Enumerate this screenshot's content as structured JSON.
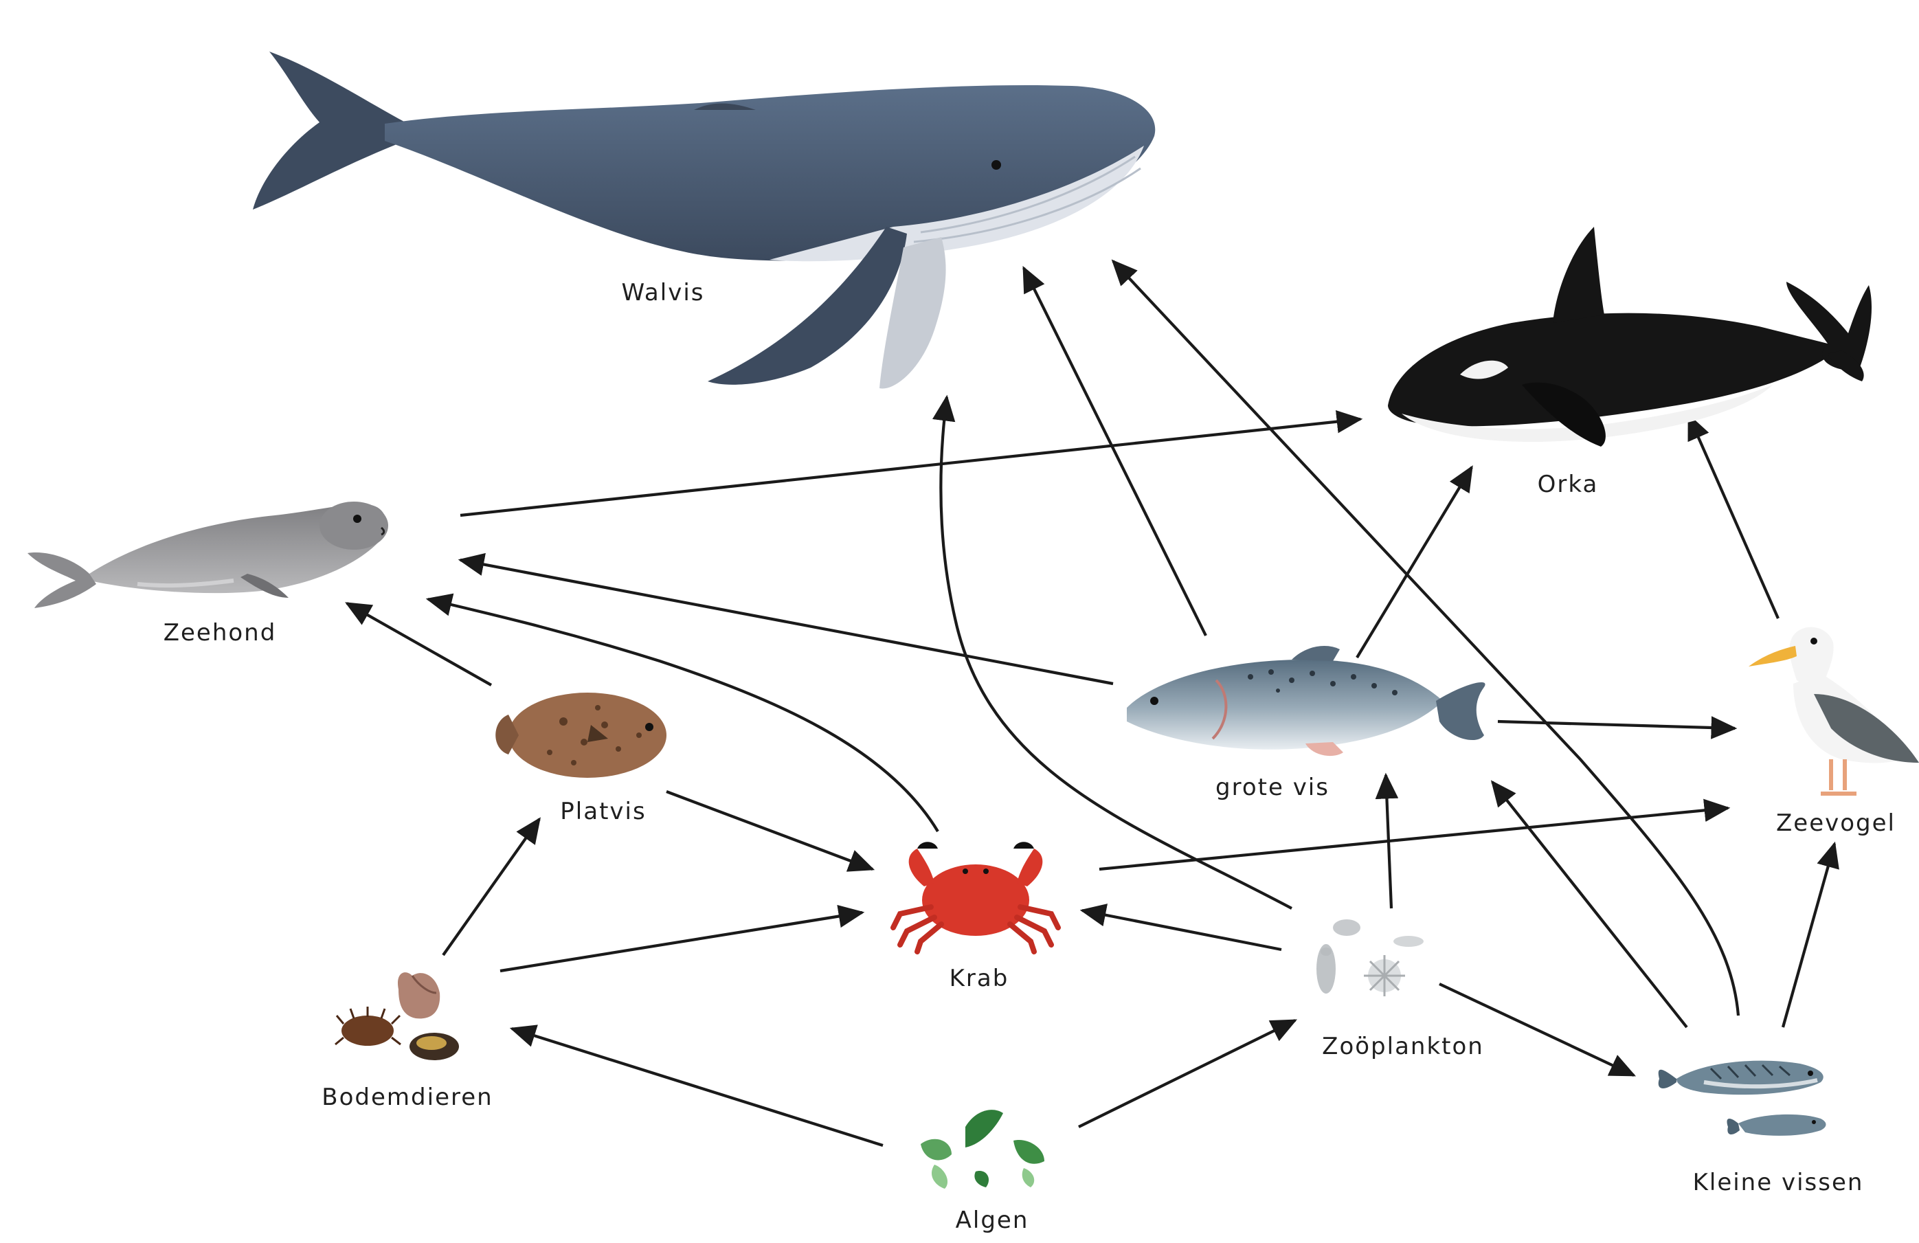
{
  "diagram": {
    "type": "food-web",
    "nodes": [
      {
        "id": "walvis",
        "label": "Walvis",
        "icon": "humpback-whale-icon"
      },
      {
        "id": "orka",
        "label": "Orka",
        "icon": "orca-icon"
      },
      {
        "id": "zeehond",
        "label": "Zeehond",
        "icon": "seal-icon"
      },
      {
        "id": "grote_vis",
        "label": "grote vis",
        "icon": "salmon-icon"
      },
      {
        "id": "zeevogel",
        "label": "Zeevogel",
        "icon": "seagull-icon"
      },
      {
        "id": "platvis",
        "label": "Platvis",
        "icon": "flatfish-icon"
      },
      {
        "id": "krab",
        "label": "Krab",
        "icon": "crab-icon"
      },
      {
        "id": "zooplankton",
        "label": "Zoöplankton",
        "icon": "zooplankton-icon"
      },
      {
        "id": "bodemdieren",
        "label": "Bodemdieren",
        "icon": "bottom-dwellers-icon"
      },
      {
        "id": "kleine_vissen",
        "label": "Kleine vissen",
        "icon": "small-fish-icon"
      },
      {
        "id": "algen",
        "label": "Algen",
        "icon": "algae-icon"
      }
    ],
    "edges": [
      {
        "from": "zeehond",
        "to": "orka"
      },
      {
        "from": "grote_vis",
        "to": "walvis"
      },
      {
        "from": "kleine_vissen",
        "to": "walvis"
      },
      {
        "from": "zooplankton",
        "to": "walvis"
      },
      {
        "from": "grote_vis",
        "to": "orka"
      },
      {
        "from": "zeevogel",
        "to": "orka"
      },
      {
        "from": "grote_vis",
        "to": "zeehond"
      },
      {
        "from": "platvis",
        "to": "zeehond"
      },
      {
        "from": "krab",
        "to": "zeehond"
      },
      {
        "from": "grote_vis",
        "to": "zeevogel"
      },
      {
        "from": "krab",
        "to": "zeevogel"
      },
      {
        "from": "kleine_vissen",
        "to": "zeevogel"
      },
      {
        "from": "platvis",
        "to": "krab"
      },
      {
        "from": "bodemdieren",
        "to": "krab"
      },
      {
        "from": "zooplankton",
        "to": "krab"
      },
      {
        "from": "bodemdieren",
        "to": "platvis"
      },
      {
        "from": "zooplankton",
        "to": "grote_vis"
      },
      {
        "from": "kleine_vissen",
        "to": "grote_vis"
      },
      {
        "from": "algen",
        "to": "bodemdieren"
      },
      {
        "from": "algen",
        "to": "zooplankton"
      },
      {
        "from": "zooplankton",
        "to": "kleine_vissen"
      }
    ]
  },
  "colors": {
    "whale_body": "#4a5c73",
    "whale_belly": "#dfe3ea",
    "orca_black": "#151515",
    "seal_grey": "#8c8c8c",
    "salmon_blue": "#6d8597",
    "salmon_belly": "#e3e9ee",
    "crab_red": "#d8372a",
    "flatfish_brown": "#9a6a4b",
    "gull_white": "#f4f4f4",
    "gull_wing": "#5c6468",
    "gull_beak": "#f0b23a",
    "algae_green": "#3e8e45",
    "plankton_grey": "#b8bcbf",
    "arrow": "#1a1a1a"
  }
}
